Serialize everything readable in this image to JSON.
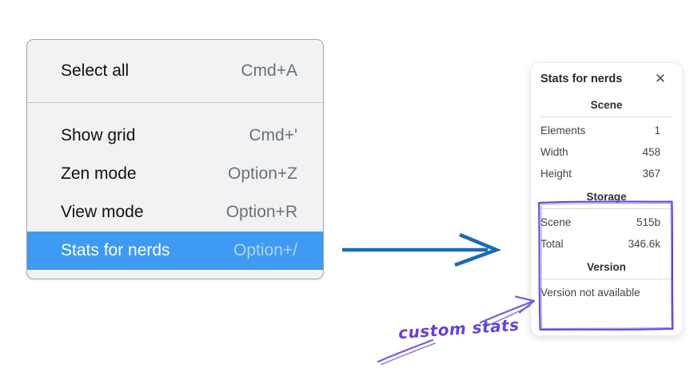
{
  "menu": {
    "sections": [
      {
        "items": [
          {
            "label": "Select all",
            "shortcut": "Cmd+A",
            "highlighted": false
          }
        ]
      },
      {
        "items": [
          {
            "label": "Show grid",
            "shortcut": "Cmd+'",
            "highlighted": false
          },
          {
            "label": "Zen mode",
            "shortcut": "Option+Z",
            "highlighted": false
          },
          {
            "label": "View mode",
            "shortcut": "Option+R",
            "highlighted": false
          },
          {
            "label": "Stats for nerds",
            "shortcut": "Option+/",
            "highlighted": true
          }
        ]
      }
    ]
  },
  "stats_panel": {
    "title": "Stats for nerds",
    "close_icon": "✕",
    "sections": [
      {
        "heading": "Scene",
        "rows": [
          {
            "label": "Elements",
            "value": "1"
          },
          {
            "label": "Width",
            "value": "458"
          },
          {
            "label": "Height",
            "value": "367"
          }
        ]
      },
      {
        "heading": "Storage",
        "rows": [
          {
            "label": "Scene",
            "value": "515b"
          },
          {
            "label": "Total",
            "value": "346.6k"
          }
        ]
      },
      {
        "heading": "Version",
        "note": "Version not available"
      }
    ]
  },
  "annotation": {
    "label": "custom stats"
  },
  "colors": {
    "menu_highlight": "#3e9af3",
    "menu_background": "#f1f2f4",
    "flow_arrow_blue": "#1b6bb5",
    "annotation_purple": "#6741d9",
    "panel_background": "#ffffff"
  }
}
